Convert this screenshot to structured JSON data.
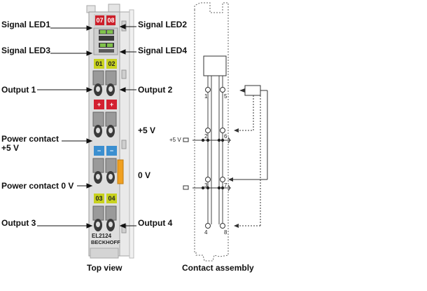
{
  "labels": {
    "signal_led1": "Signal LED1",
    "signal_led2": "Signal LED2",
    "signal_led3": "Signal LED3",
    "signal_led4": "Signal LED4",
    "output1": "Output 1",
    "output2": "Output 2",
    "plus5v": "+5 V",
    "power_contact_5v_line1": "Power contact",
    "power_contact_5v_line2": "+5 V",
    "zero_v": "0 V",
    "power_contact_0v": "Power contact 0 V",
    "output3": "Output 3",
    "output4": "Output 4",
    "top_view": "Top view",
    "contact_assembly": "Contact assembly"
  },
  "terminal": {
    "led_top_left": "07",
    "led_top_right": "08",
    "led_ch1": "01",
    "led_ch2": "02",
    "led_ch3": "03",
    "led_ch4": "04",
    "plus_left": "+",
    "plus_right": "+",
    "minus_left": "−",
    "minus_right": "−",
    "model": "EL2124",
    "brand": "BECKHOFF"
  },
  "contact": {
    "plus5v_label": "+5 V",
    "pin1": "1",
    "pin2": "2",
    "pin3": "3",
    "pin4": "4",
    "pin5": "5",
    "pin6": "6",
    "pin7": "7",
    "pin8": "8"
  },
  "colors": {
    "red_led": "#cc1f2a",
    "yellow_led": "#c8d21e",
    "green_led": "#7fc24a",
    "plus_red": "#d32030",
    "minus_blue": "#3b8fd0",
    "orange_contact": "#f0a020",
    "body_grey": "#d8d8d8"
  }
}
